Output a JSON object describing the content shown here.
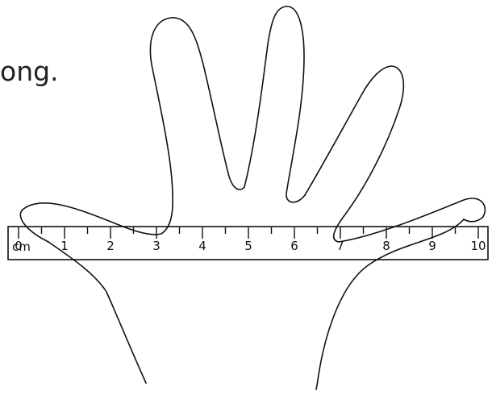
{
  "text_fragment": "ong.",
  "ruler": {
    "unit": "cm",
    "min": 0,
    "max": 10,
    "numbers": [
      "0",
      "1",
      "2",
      "3",
      "4",
      "5",
      "6",
      "7",
      "8",
      "9",
      "10"
    ],
    "minor_ticks_per_unit": 2
  }
}
